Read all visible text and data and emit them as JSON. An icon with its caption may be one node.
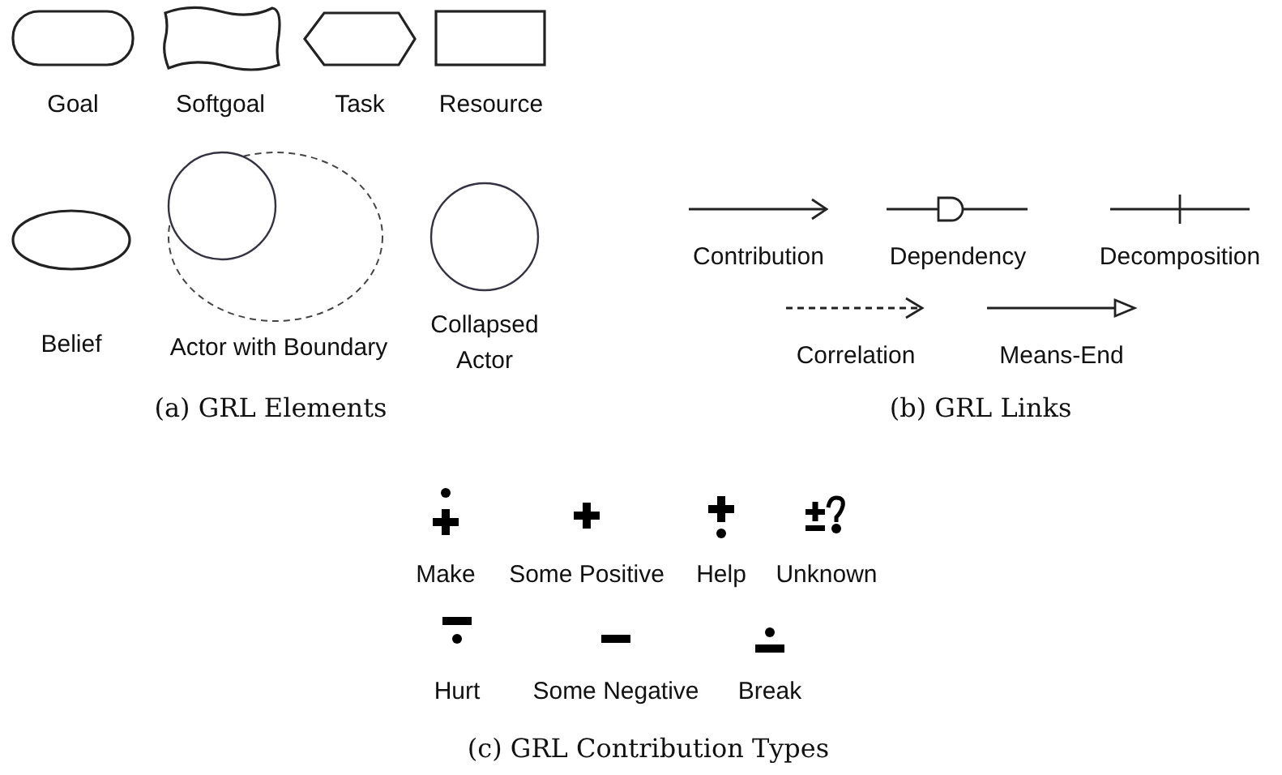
{
  "diagram": {
    "nodes": [
      {
        "text": [
          "Goal"
        ]
      },
      {
        "text": [
          "Softgoal"
        ]
      },
      {
        "text": [
          "Task"
        ]
      },
      {
        "text": [
          "Resource"
        ]
      },
      {
        "text": [
          "Belief"
        ]
      },
      {
        "text": [
          "Actor with Boundary"
        ]
      },
      {
        "text": [
          "Collapsed Actor"
        ]
      }
    ],
    "labels": [
      "(a) GRL Elements",
      "(b) GRL Links",
      "(c) GRL Contribution Types"
    ],
    "legend": [
      {
        "text": "Contribution"
      },
      {
        "text": "Dependency"
      },
      {
        "text": "Decomposition"
      },
      {
        "text": "Correlation"
      },
      {
        "text": "Means-End"
      },
      {
        "text": "Make"
      },
      {
        "text": "Some Positive"
      },
      {
        "text": "Help"
      },
      {
        "text": "Unknown"
      },
      {
        "text": "Hurt"
      },
      {
        "text": "Some Negative"
      },
      {
        "text": "Break"
      }
    ]
  }
}
